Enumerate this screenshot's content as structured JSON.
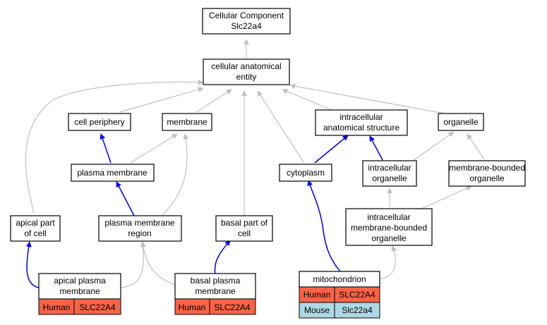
{
  "colors": {
    "is_a_edge": "#c0c0c0",
    "part_of_edge": "#0000ee",
    "human_cell": "#f96347",
    "mouse_cell": "#add8e6"
  },
  "nodes": {
    "root": [
      "Cellular Component",
      "Slc22a4"
    ],
    "cellular_anatomical_entity": [
      "cellular anatomical",
      "entity"
    ],
    "cell_periphery": [
      "cell periphery"
    ],
    "membrane": [
      "membrane"
    ],
    "intracellular_anatomical_structure": [
      "intracellular",
      "anatomical structure"
    ],
    "organelle": [
      "organelle"
    ],
    "plasma_membrane": [
      "plasma membrane"
    ],
    "cytoplasm": [
      "cytoplasm"
    ],
    "intracellular_organelle": [
      "intracellular",
      "organelle"
    ],
    "membrane_bounded_organelle": [
      "membrane-bounded",
      "organelle"
    ],
    "apical_part_of_cell": [
      "apical part",
      "of cell"
    ],
    "plasma_membrane_region": [
      "plasma membrane",
      "region"
    ],
    "basal_part_of_cell": [
      "basal part of",
      "cell"
    ],
    "intracellular_membrane_bounded_organelle": [
      "intracellular",
      "membrane-bounded",
      "organelle"
    ],
    "apical_plasma_membrane": [
      "apical plasma",
      "membrane"
    ],
    "basal_plasma_membrane": [
      "basal plasma",
      "membrane"
    ],
    "mitochondrion": [
      "mitochondrion"
    ]
  },
  "genes": {
    "apical_plasma_membrane": [
      {
        "species": "Human",
        "symbol": "SLC22A4"
      }
    ],
    "basal_plasma_membrane": [
      {
        "species": "Human",
        "symbol": "SLC22A4"
      }
    ],
    "mitochondrion": [
      {
        "species": "Human",
        "symbol": "SLC22A4"
      },
      {
        "species": "Mouse",
        "symbol": "Slc22a4"
      }
    ]
  }
}
